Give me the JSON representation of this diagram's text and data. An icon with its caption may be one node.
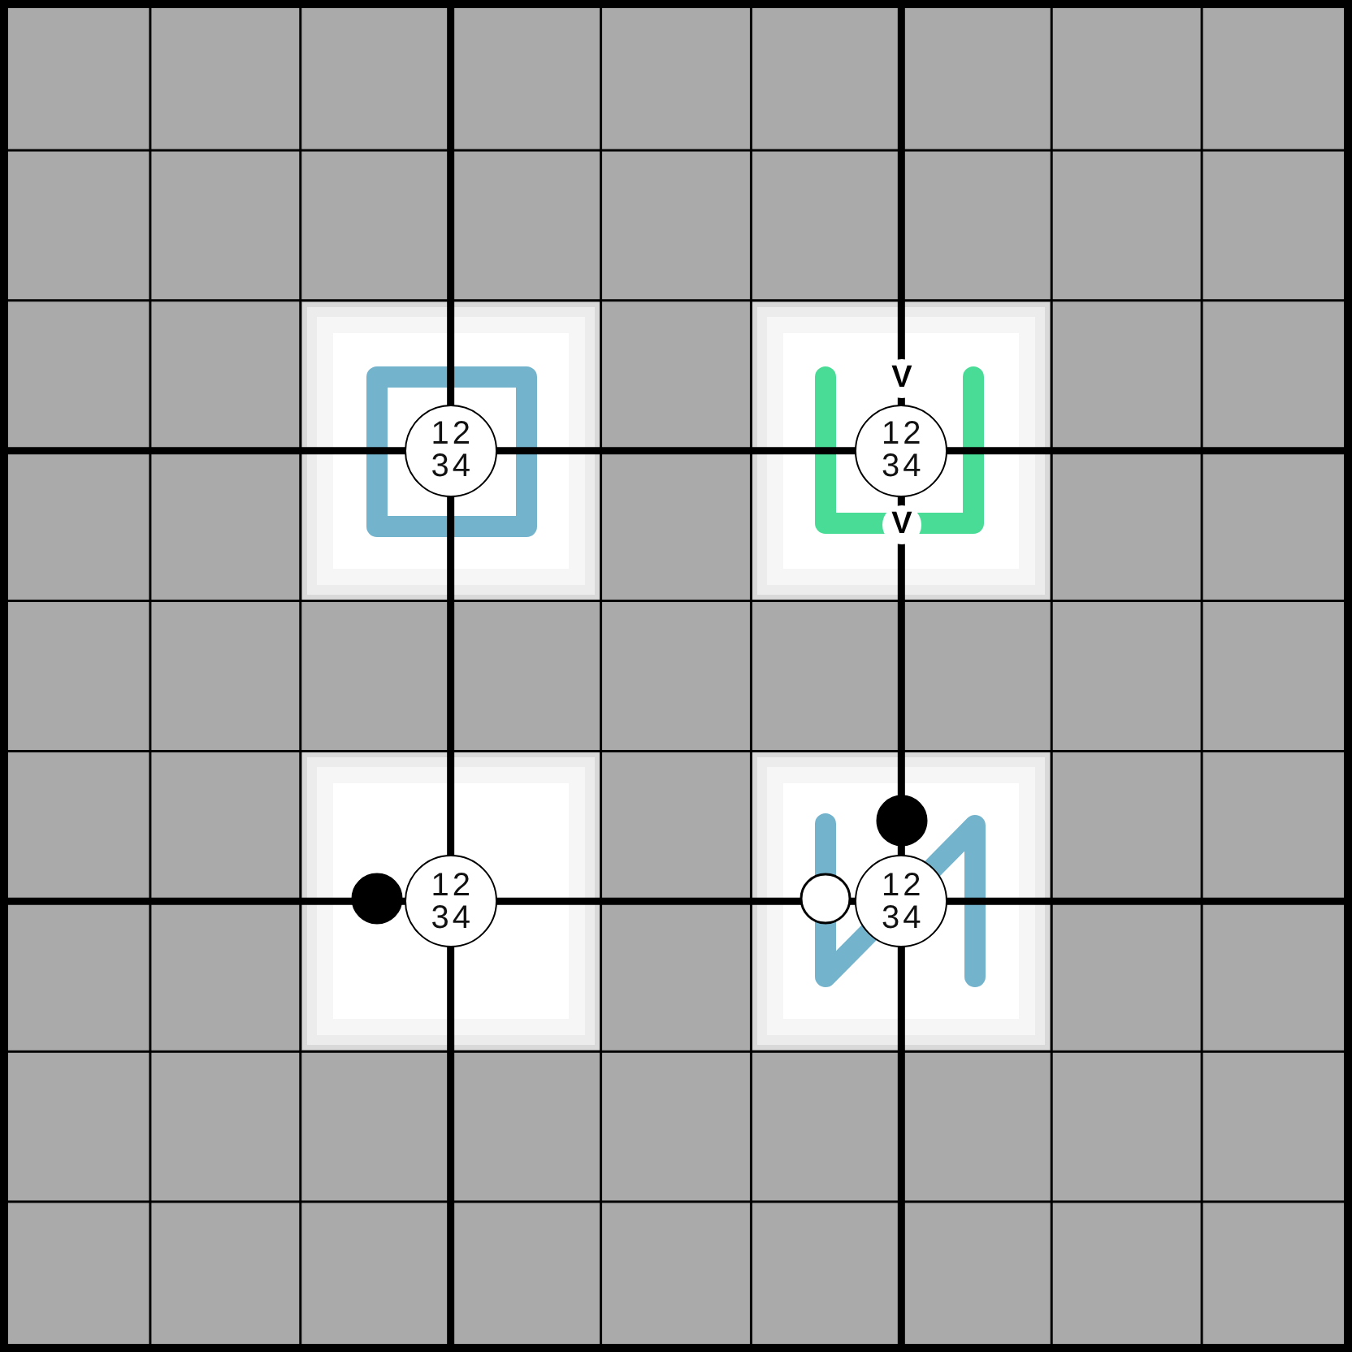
{
  "diagram": {
    "nodes": [
      {
        "text": [
          "12 34"
        ]
      },
      {
        "text": [
          "12 34"
        ]
      },
      {
        "text": [
          "12 34"
        ]
      },
      {
        "text": [
          "12 34"
        ]
      }
    ],
    "labels": [
      "V",
      "V"
    ]
  }
}
